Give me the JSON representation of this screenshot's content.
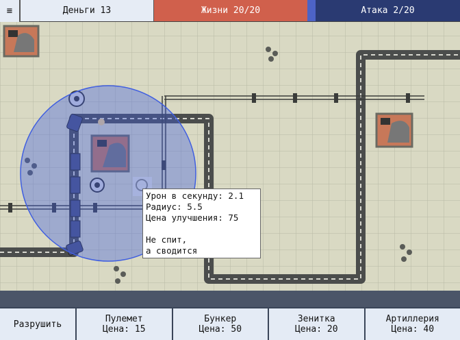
{
  "topbar": {
    "menu_icon": "≡",
    "money": "Деньги 13",
    "lives": "Жизни 20/20",
    "attack": "Атака 2/20",
    "lives_fraction": 1.0,
    "attack_fraction": 0.1
  },
  "colors": {
    "lives_bg": "#d0604c",
    "attack_bg": "#2a3a72",
    "attack_fill": "#4d63c6",
    "ground": "#d9d9c3",
    "road": "#4b4d4c",
    "range": "#3f5ee0"
  },
  "tooltip": {
    "line1": "Урон в секунду: 2.1",
    "line2": "Радиус: 5.5",
    "line3": "Цена улучшения: 75",
    "line4": "Не спит,",
    "line5": "а сводится"
  },
  "bottombar": {
    "destroy": "Разрушить",
    "items": [
      {
        "name": "Пулемет",
        "price": "Цена: 15"
      },
      {
        "name": "Бункер",
        "price": "Цена: 50"
      },
      {
        "name": "Зенитка",
        "price": "Цена: 20"
      },
      {
        "name": "Артиллерия",
        "price": "Цена: 40"
      }
    ]
  }
}
